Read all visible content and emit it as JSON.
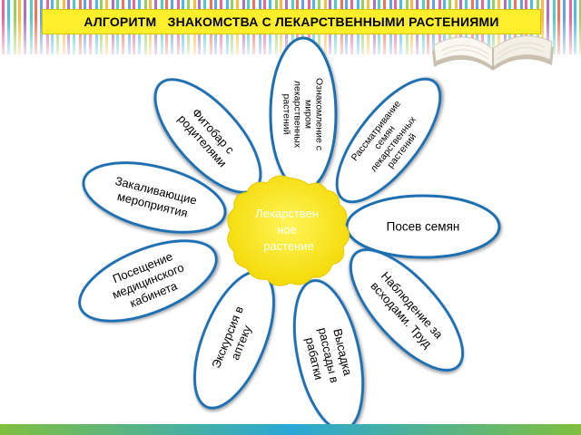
{
  "title": "АЛГОРИТМ   ЗНАКОМСТВА С ЛЕКАРСТВЕННЫМИ РАСТЕНИЯМИ",
  "center": {
    "lines": [
      "Лекарствен",
      "ное",
      "растение"
    ]
  },
  "petals": [
    {
      "id": "acquaintance",
      "lines": [
        "Ознакомление с",
        "миром",
        "лекарственных",
        "растений"
      ]
    },
    {
      "id": "seeds",
      "lines": [
        "Рассматривание",
        "семян",
        "лекарственных",
        "растений"
      ]
    },
    {
      "id": "sowing",
      "lines": [
        "Посев семян"
      ]
    },
    {
      "id": "observation",
      "lines": [
        "Наблюдение за",
        "всходами. Труд"
      ]
    },
    {
      "id": "planting",
      "lines": [
        "Высадка",
        "рассады в",
        "рабатки"
      ]
    },
    {
      "id": "excursion",
      "lines": [
        "Экскурсия в",
        "аптеку"
      ]
    },
    {
      "id": "medical",
      "lines": [
        "Посещение",
        "медицинского",
        "кабинета"
      ]
    },
    {
      "id": "hardening",
      "lines": [
        "Закаливающие",
        "мероприятия"
      ]
    },
    {
      "id": "phytobar",
      "lines": [
        "Фитобар  с",
        "родителями"
      ]
    }
  ],
  "colors": {
    "petal_fill": "#ffffff",
    "petal_stroke": "#1f6fb2",
    "center_fill": "#ffee22",
    "title_fill": "#ffef2a"
  }
}
